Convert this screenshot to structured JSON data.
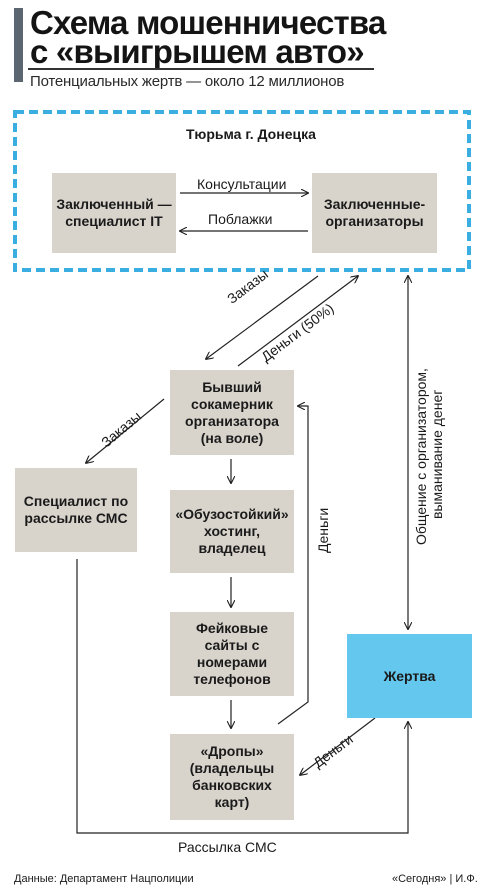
{
  "title": {
    "line1": "Схема мошенничества",
    "line2": "с «выигрышем авто»",
    "subtitle": "Потенциальных жертв — около 12 миллионов"
  },
  "prison": {
    "label": "Тюрьма г. Донецка"
  },
  "boxes": {
    "it_prisoner": "Заключенный — специалист IT",
    "organizers": "Заключенные-организаторы",
    "former_cellmate": "Бывший сокамерник организатора (на воле)",
    "sms_specialist": "Специалист по рассылке СМС",
    "hosting": "«Обузостойкий» хостинг, владелец",
    "fake_sites": "Фейковые сайты с номерами телефонов",
    "drops": "«Дропы» (владельцы банковских карт)",
    "victim": "Жертва"
  },
  "edges": {
    "consultations": "Консультации",
    "favors": "Поблажки",
    "orders_top": "Заказы",
    "money_50": "Деньги (50%)",
    "orders_left": "Заказы",
    "money_vertical": "Деньги",
    "communication_line1": "Общение с организатором,",
    "communication_line2": "выманивание денег",
    "money_victim": "Деньги",
    "sms_mailing": "Рассылка СМС"
  },
  "footer": {
    "source": "Данные: Департамент Нацполиции",
    "credit": "«Сегодня» | И.Ф."
  },
  "colors": {
    "box": "#d8d4cc",
    "victim": "#64c8ee",
    "prison_border": "#3aaee0",
    "title_bar": "#5b6670"
  }
}
